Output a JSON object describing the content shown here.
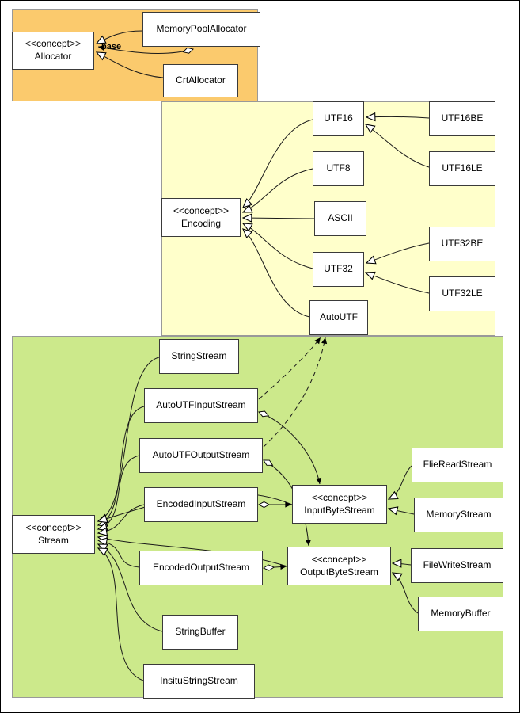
{
  "regions": {
    "allocator": {
      "color": "#fbca6d"
    },
    "encoding": {
      "color": "#ffffcb"
    },
    "stream": {
      "color": "#cce98b"
    }
  },
  "nodes": {
    "allocator": {
      "label": "<<concept>>\nAllocator"
    },
    "memoryPoolAllocator": {
      "label": "MemoryPoolAllocator"
    },
    "crtAllocator": {
      "label": "CrtAllocator"
    },
    "encoding": {
      "label": "<<concept>>\nEncoding"
    },
    "utf16": {
      "label": "UTF16"
    },
    "utf8": {
      "label": "UTF8"
    },
    "ascii": {
      "label": "ASCII"
    },
    "utf32": {
      "label": "UTF32"
    },
    "autoUtf": {
      "label": "AutoUTF"
    },
    "utf16be": {
      "label": "UTF16BE"
    },
    "utf16le": {
      "label": "UTF16LE"
    },
    "utf32be": {
      "label": "UTF32BE"
    },
    "utf32le": {
      "label": "UTF32LE"
    },
    "stream": {
      "label": "<<concept>>\nStream"
    },
    "stringStream": {
      "label": "StringStream"
    },
    "autoUtfInputStream": {
      "label": "AutoUTFInputStream"
    },
    "autoUtfOutputStream": {
      "label": "AutoUTFOutputStream"
    },
    "encodedInputStream": {
      "label": "EncodedInputStream"
    },
    "encodedOutputStream": {
      "label": "EncodedOutputStream"
    },
    "inputByteStream": {
      "label": "<<concept>>\nInputByteStream"
    },
    "outputByteStream": {
      "label": "<<concept>>\nOutputByteStream"
    },
    "flieReadStream": {
      "label": "FlieReadStream"
    },
    "memoryStream": {
      "label": "MemoryStream"
    },
    "fileWriteStream": {
      "label": "FileWriteStream"
    },
    "memoryBuffer": {
      "label": "MemoryBuffer"
    },
    "stringBuffer": {
      "label": "StringBuffer"
    },
    "insituStringStream": {
      "label": "InsituStringStream"
    }
  },
  "edge_labels": {
    "base": "base"
  },
  "relations": [
    {
      "from": "MemoryPoolAllocator",
      "to": "Allocator",
      "type": "realization"
    },
    {
      "from": "CrtAllocator",
      "to": "Allocator",
      "type": "realization"
    },
    {
      "from": "MemoryPoolAllocator",
      "to": "Allocator",
      "type": "aggregation",
      "label": "base"
    },
    {
      "from": "UTF16",
      "to": "Encoding",
      "type": "realization"
    },
    {
      "from": "UTF8",
      "to": "Encoding",
      "type": "realization"
    },
    {
      "from": "ASCII",
      "to": "Encoding",
      "type": "realization"
    },
    {
      "from": "UTF32",
      "to": "Encoding",
      "type": "realization"
    },
    {
      "from": "AutoUTF",
      "to": "Encoding",
      "type": "realization"
    },
    {
      "from": "UTF16BE",
      "to": "UTF16",
      "type": "realization"
    },
    {
      "from": "UTF16LE",
      "to": "UTF16",
      "type": "realization"
    },
    {
      "from": "UTF32BE",
      "to": "UTF32",
      "type": "realization"
    },
    {
      "from": "UTF32LE",
      "to": "UTF32",
      "type": "realization"
    },
    {
      "from": "StringStream",
      "to": "Stream",
      "type": "realization"
    },
    {
      "from": "AutoUTFInputStream",
      "to": "Stream",
      "type": "realization"
    },
    {
      "from": "AutoUTFOutputStream",
      "to": "Stream",
      "type": "realization"
    },
    {
      "from": "EncodedInputStream",
      "to": "Stream",
      "type": "realization"
    },
    {
      "from": "EncodedOutputStream",
      "to": "Stream",
      "type": "realization"
    },
    {
      "from": "StringBuffer",
      "to": "Stream",
      "type": "realization"
    },
    {
      "from": "InsituStringStream",
      "to": "Stream",
      "type": "realization"
    },
    {
      "from": "InputByteStream",
      "to": "Stream",
      "type": "realization"
    },
    {
      "from": "OutputByteStream",
      "to": "Stream",
      "type": "realization"
    },
    {
      "from": "EncodedInputStream",
      "to": "InputByteStream",
      "type": "aggregation"
    },
    {
      "from": "EncodedOutputStream",
      "to": "OutputByteStream",
      "type": "aggregation"
    },
    {
      "from": "AutoUTFInputStream",
      "to": "InputByteStream",
      "type": "aggregation"
    },
    {
      "from": "AutoUTFOutputStream",
      "to": "OutputByteStream",
      "type": "aggregation"
    },
    {
      "from": "AutoUTFInputStream",
      "to": "AutoUTF",
      "type": "dependency"
    },
    {
      "from": "AutoUTFOutputStream",
      "to": "AutoUTF",
      "type": "dependency"
    },
    {
      "from": "FlieReadStream",
      "to": "InputByteStream",
      "type": "realization"
    },
    {
      "from": "MemoryStream",
      "to": "InputByteStream",
      "type": "realization"
    },
    {
      "from": "FileWriteStream",
      "to": "OutputByteStream",
      "type": "realization"
    },
    {
      "from": "MemoryBuffer",
      "to": "OutputByteStream",
      "type": "realization"
    }
  ]
}
